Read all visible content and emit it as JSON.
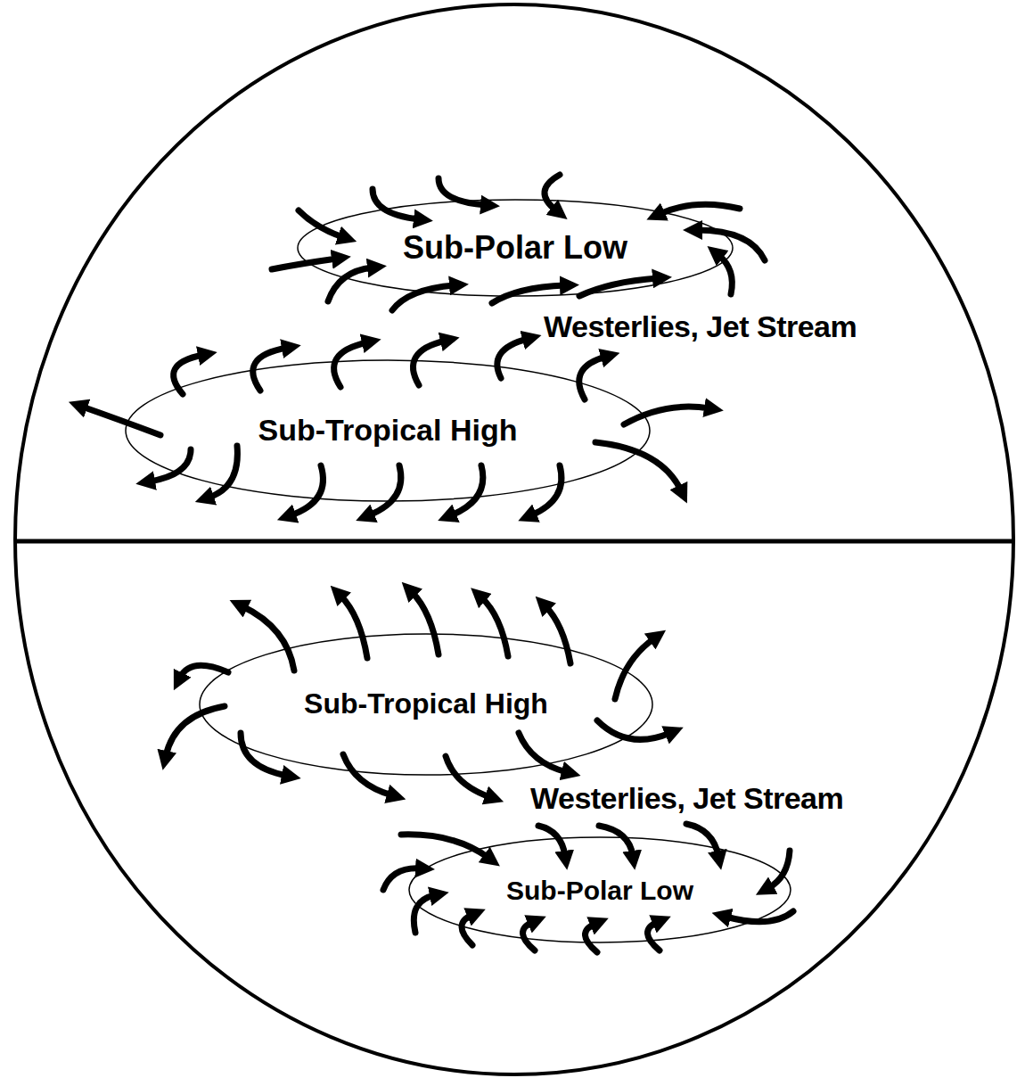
{
  "diagram": {
    "nodes": [
      {
        "text": [
          "Sub-Polar Low"
        ]
      },
      {
        "text": [
          "Sub-Tropical High"
        ]
      },
      {
        "text": [
          "Sub-Tropical High"
        ]
      },
      {
        "text": [
          "Sub-Polar Low"
        ]
      }
    ],
    "labels": [
      "Westerlies, Jet Stream",
      "Westerlies, Jet Stream"
    ]
  }
}
